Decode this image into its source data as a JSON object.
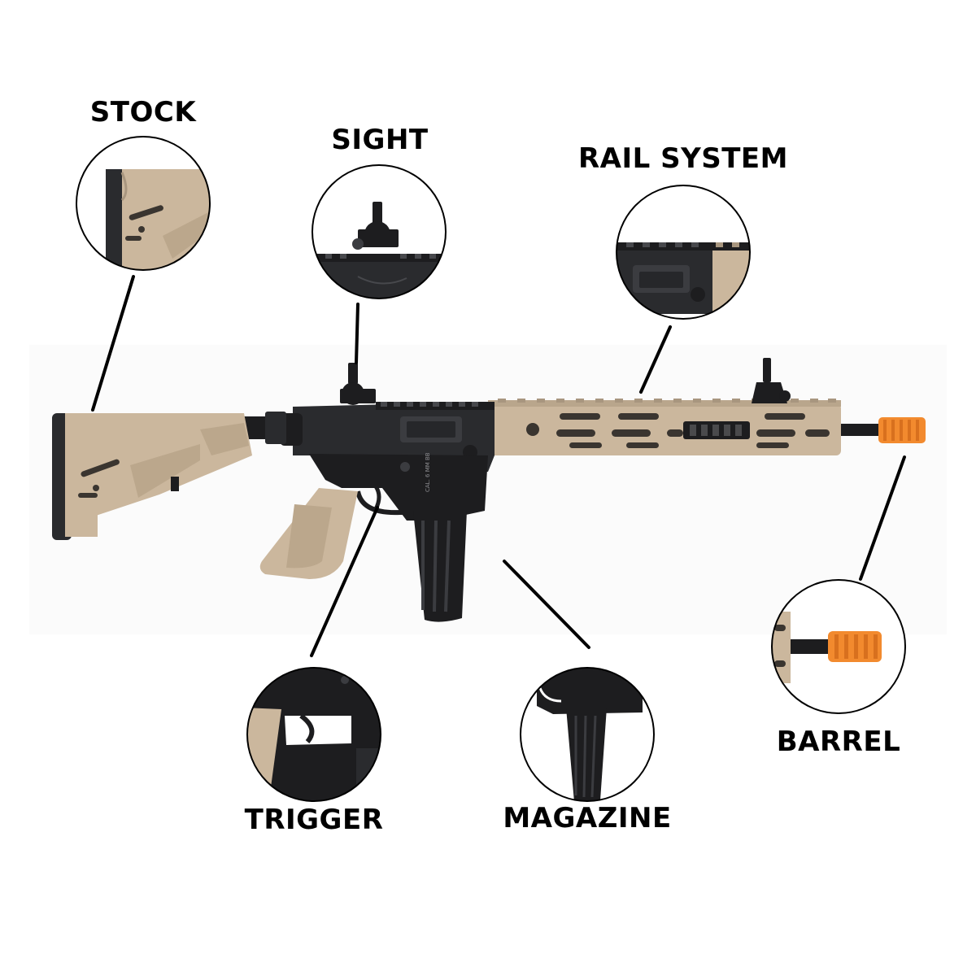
{
  "labels": {
    "stock": "STOCK",
    "sight": "SIGHT",
    "rail_system": "RAIL SYSTEM",
    "trigger": "TRIGGER",
    "magazine": "MAGAZINE",
    "barrel": "BARREL"
  },
  "rifle_markings": {
    "receiver_text": "CAL. 6 MM BB"
  },
  "colors": {
    "tan": "#cbb79d",
    "tan_dark": "#a8967f",
    "black": "#1d1d1f",
    "gunmetal": "#2a2b2e",
    "orange": "#f28a2e"
  }
}
